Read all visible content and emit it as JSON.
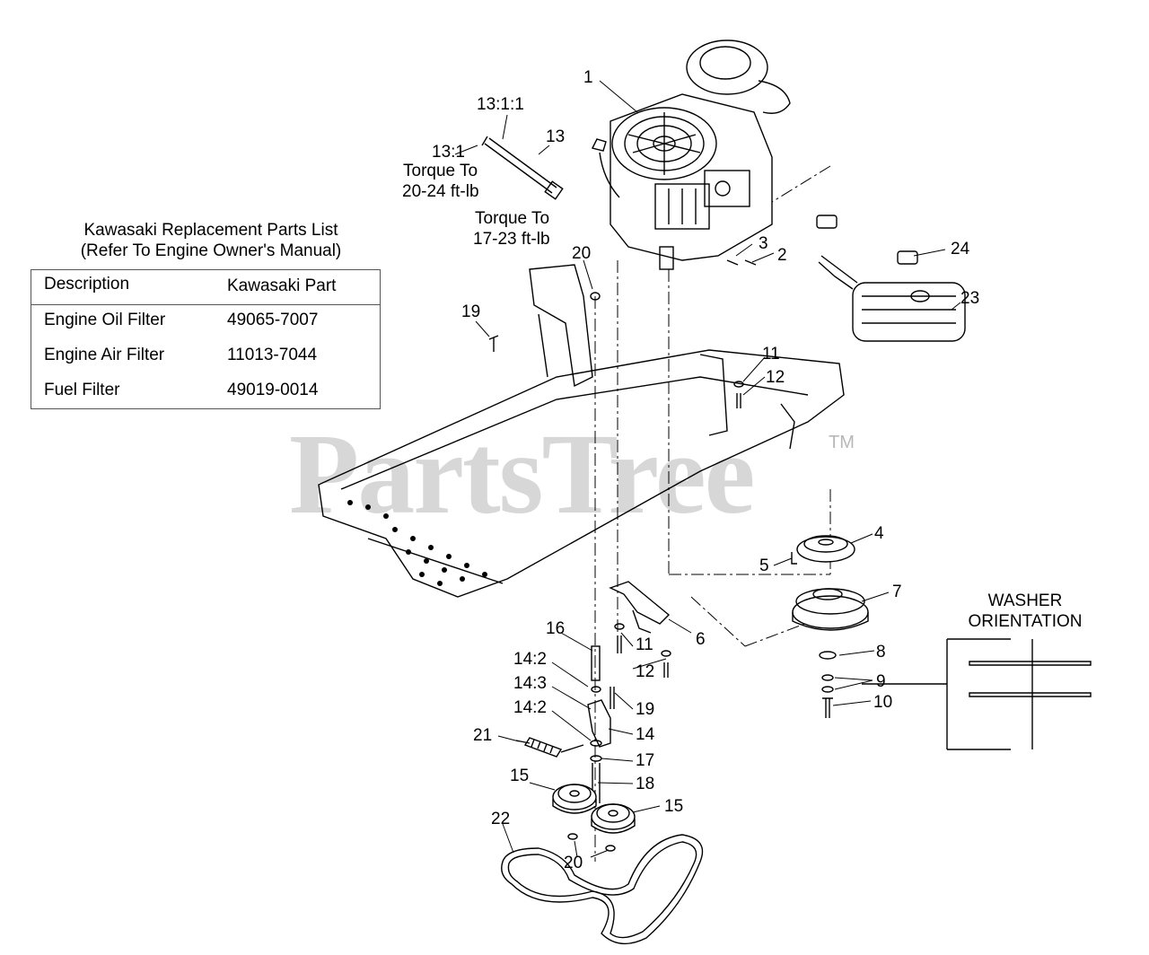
{
  "parts_list": {
    "title_line1": "Kawasaki Replacement Parts List",
    "title_line2": "(Refer To Engine Owner's Manual)",
    "headers": [
      "Description",
      "Kawasaki Part"
    ],
    "rows": [
      {
        "description": "Engine Oil Filter",
        "part": "49065-7007"
      },
      {
        "description": "Engine Air Filter",
        "part": "11013-7044"
      },
      {
        "description": "Fuel Filter",
        "part": "49019-0014"
      }
    ]
  },
  "washer_orientation": {
    "line1": "WASHER",
    "line2": "ORIENTATION"
  },
  "watermark": {
    "text": "PartsTree",
    "tm": "TM"
  },
  "callouts": {
    "c1": "1",
    "c2": "2",
    "c3": "3",
    "c4": "4",
    "c5": "5",
    "c6": "6",
    "c7": "7",
    "c8": "8",
    "c9": "9",
    "c10": "10",
    "c11a": "11",
    "c11b": "11",
    "c12a": "12",
    "c12b": "12",
    "c13": "13",
    "c13_1": "13:1",
    "c13_1_1": "13:1:1",
    "c14": "14",
    "c14_2a": "14:2",
    "c14_3": "14:3",
    "c14_2b": "14:2",
    "c15a": "15",
    "c15b": "15",
    "c16": "16",
    "c17": "17",
    "c18": "18",
    "c19a": "19",
    "c19b": "19",
    "c20a": "20",
    "c20b": "20",
    "c21": "21",
    "c22": "22",
    "c23": "23",
    "c24": "24"
  },
  "torque_notes": {
    "t1_line1": "Torque To",
    "t1_line2": "20-24 ft-lb",
    "t2_line1": "Torque To",
    "t2_line2": "17-23 ft-lb"
  }
}
